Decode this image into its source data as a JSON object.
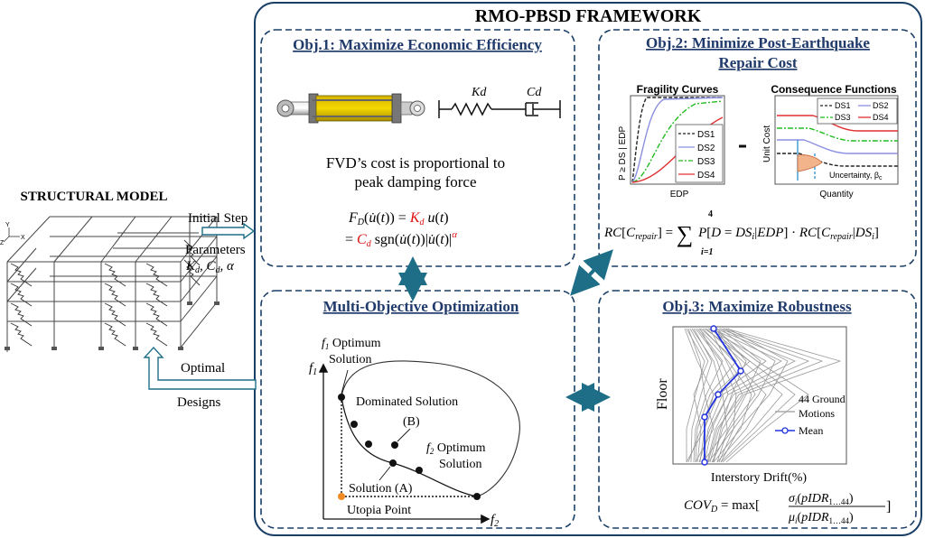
{
  "framework_title": "RMO-PBSD FRAMEWORK",
  "left": {
    "model_title": "STRUCTURAL MODEL",
    "axis_y": "Y",
    "axis_x": "X",
    "axis_z": "Z",
    "initial_step": "Initial Step",
    "parameters": "Parameters",
    "parameters_math": "Kd, Cd, α",
    "optimal": "Optimal",
    "designs": "Designs"
  },
  "obj1": {
    "title": "Obj.1: Maximize Economic Efficiency",
    "kd": "Kd",
    "cd": "Cd",
    "text_line1": "FVD’s cost is proportional to",
    "text_line2": "peak damping force",
    "eq_line1": "F_D(u̇(t)) = K_d u(t)",
    "eq_line2": "= C_d sgn(u̇(t))|u̇(t)|^α"
  },
  "obj2": {
    "title_line1": "Obj.2: Minimize Post-Earthquake",
    "title_line2": "Repair Cost",
    "fragility_title": "Fragility Curves",
    "fragility_ylabel": "P ≥ DS | EDP",
    "fragility_xlabel": "EDP",
    "consequence_title": "Consequence Functions",
    "consequence_ylabel": "Unit Cost",
    "consequence_xlabel": "Quantity",
    "uncertainty": "Uncertainty, β",
    "uncertainty_sub": "c",
    "legend_fragility": [
      "DS1",
      "DS2",
      "DS3",
      "DS4"
    ],
    "legend_consequence": [
      "DS1",
      "DS2",
      "DS3",
      "DS4"
    ],
    "equation": "RC[C_repair] = Σ_{i=1}^{4} P[D = DS_i|EDP] · RC[C_repair|DS_i]",
    "colors": {
      "ds1": "#222222",
      "ds2": "#8b8fe0",
      "ds3": "#22bb22",
      "ds4": "#e03030"
    }
  },
  "moo": {
    "title": "Multi-Objective Optimization",
    "f1_opt_line1": "f1 Optimum",
    "f1_opt_line2": "Solution",
    "dominated": "Dominated Solution",
    "b_label": "(B)",
    "f2_opt_line1": "f2 Optimum",
    "f2_opt_line2": "Solution",
    "solution_a": "Solution (A)",
    "utopia": "Utopia Point",
    "axis_f1": "f1",
    "axis_f2": "f2"
  },
  "obj3": {
    "title": "Obj.3: Maximize Robustness",
    "ylabel": "Floor",
    "xlabel": "Interstory Drift(%)",
    "legend_line1": "44 Ground",
    "legend_line2": "Motions",
    "legend_mean": "Mean",
    "equation": "COV_D = max[ σ_i(pIDR_1…44) / μ_i(pIDR_1…44) ]",
    "colors": {
      "mean": "#2233dd",
      "motions": "#9a9a9a"
    }
  }
}
